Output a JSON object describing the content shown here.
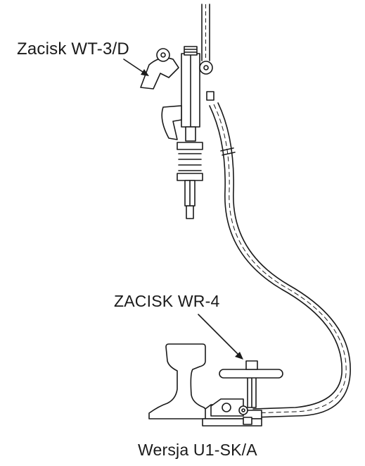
{
  "labels": {
    "top_clamp": "Zacisk WT-3/D",
    "rail_clamp": "ZACISK WR-4",
    "version": "Wersja U1-SK/A"
  },
  "colors": {
    "line": "#1a1a1a",
    "background": "#ffffff"
  }
}
